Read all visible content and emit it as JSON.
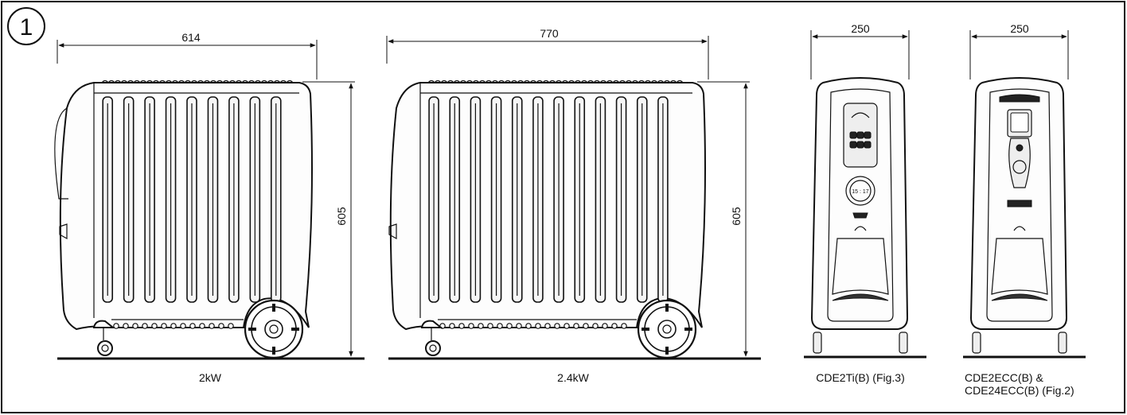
{
  "figure": {
    "number": "1"
  },
  "heaters": [
    {
      "id": "2kw",
      "width_dim": "614",
      "height_dim": "605",
      "caption": "2kW",
      "fins": 9
    },
    {
      "id": "24kw",
      "width_dim": "770",
      "height_dim": "605",
      "caption": "2.4kW",
      "fins": 12
    }
  ],
  "side_views": [
    {
      "id": "cde2ti",
      "width_dim": "250",
      "caption_line1": "CDE2Ti(B) (Fig.3)",
      "caption_line2": "",
      "display_text": "15 : 17"
    },
    {
      "id": "cde2ecc",
      "width_dim": "250",
      "caption_line1": "CDE2ECC(B) &",
      "caption_line2": "CDE24ECC(B) (Fig.2)",
      "display_text": ""
    }
  ]
}
